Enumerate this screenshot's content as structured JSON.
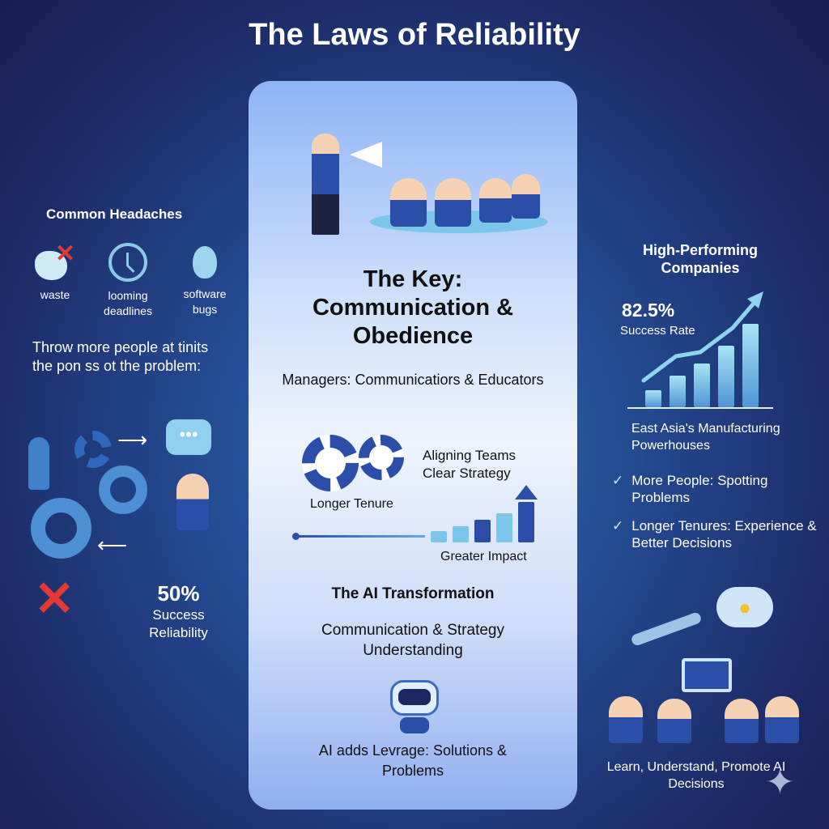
{
  "title": "The Laws of Reliability",
  "left": {
    "heading": "Common Headaches",
    "icons": [
      {
        "icon": "crumpled-paper-icon",
        "label": "waste"
      },
      {
        "icon": "clock-icon",
        "label": "looming deadlines"
      },
      {
        "icon": "bug-icon",
        "label": "software bugs"
      }
    ],
    "statement": "Throw more people at tinits the pon ss ot the problem:",
    "stat_value": "50%",
    "stat_label": "Success Reliability"
  },
  "center": {
    "key_title": "The Key: Communication & Obedience",
    "managers": "Managers: Communicatiors & Educators",
    "aligning": "Aligning Teams Clear Strategy",
    "tenure": "Longer Tenure",
    "impact": "Greater Impact",
    "ai_heading": "The AI Transformation",
    "ai_sub": "Communication & Strategy Understanding",
    "ai_leverage": "AI adds Levrage: Solutions & Problems"
  },
  "right": {
    "heading": "High-Performing Companies",
    "stat_value": "82.5%",
    "stat_label": "Success Rate",
    "chart_caption": "East Asia's Manufacturing Powerhouses",
    "bars": [
      20,
      38,
      52,
      74,
      100
    ],
    "checks": [
      "More People: Spotting Problems",
      "Longer Tenures: Experience & Better Decisions"
    ],
    "footer": "Learn, Understand, Promote AI Decisions"
  },
  "colors": {
    "accent": "#2b4fa8",
    "red": "#e53935",
    "light": "#9fd4ee"
  }
}
